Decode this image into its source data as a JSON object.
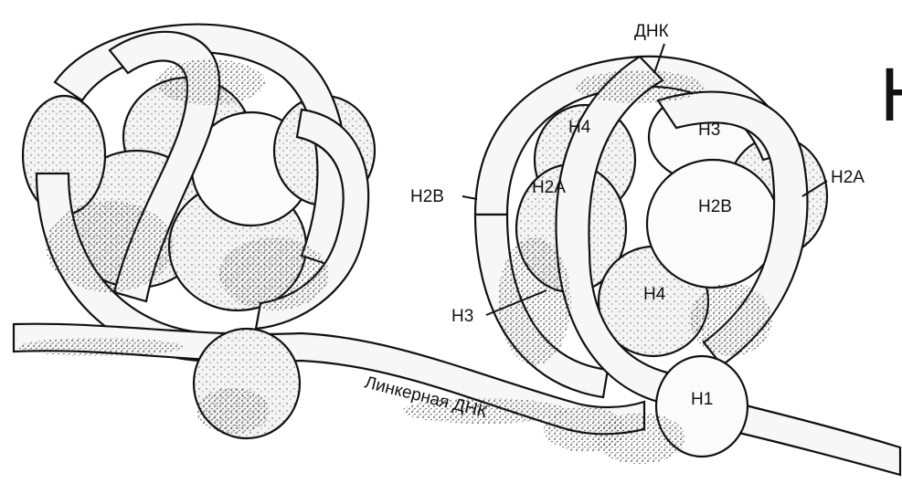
{
  "labels": {
    "dna": "ДНК",
    "h4_top": "H4",
    "h3_top": "H3",
    "h2b_left": "H2B",
    "h2a_left": "H2A",
    "h2a_right": "H2A",
    "h2b_center": "H2B",
    "h4_center": "H4",
    "h3_left": "H3",
    "h1": "H1",
    "linker_dna": "Линкерная ДНК",
    "edge_letter": "Н"
  }
}
